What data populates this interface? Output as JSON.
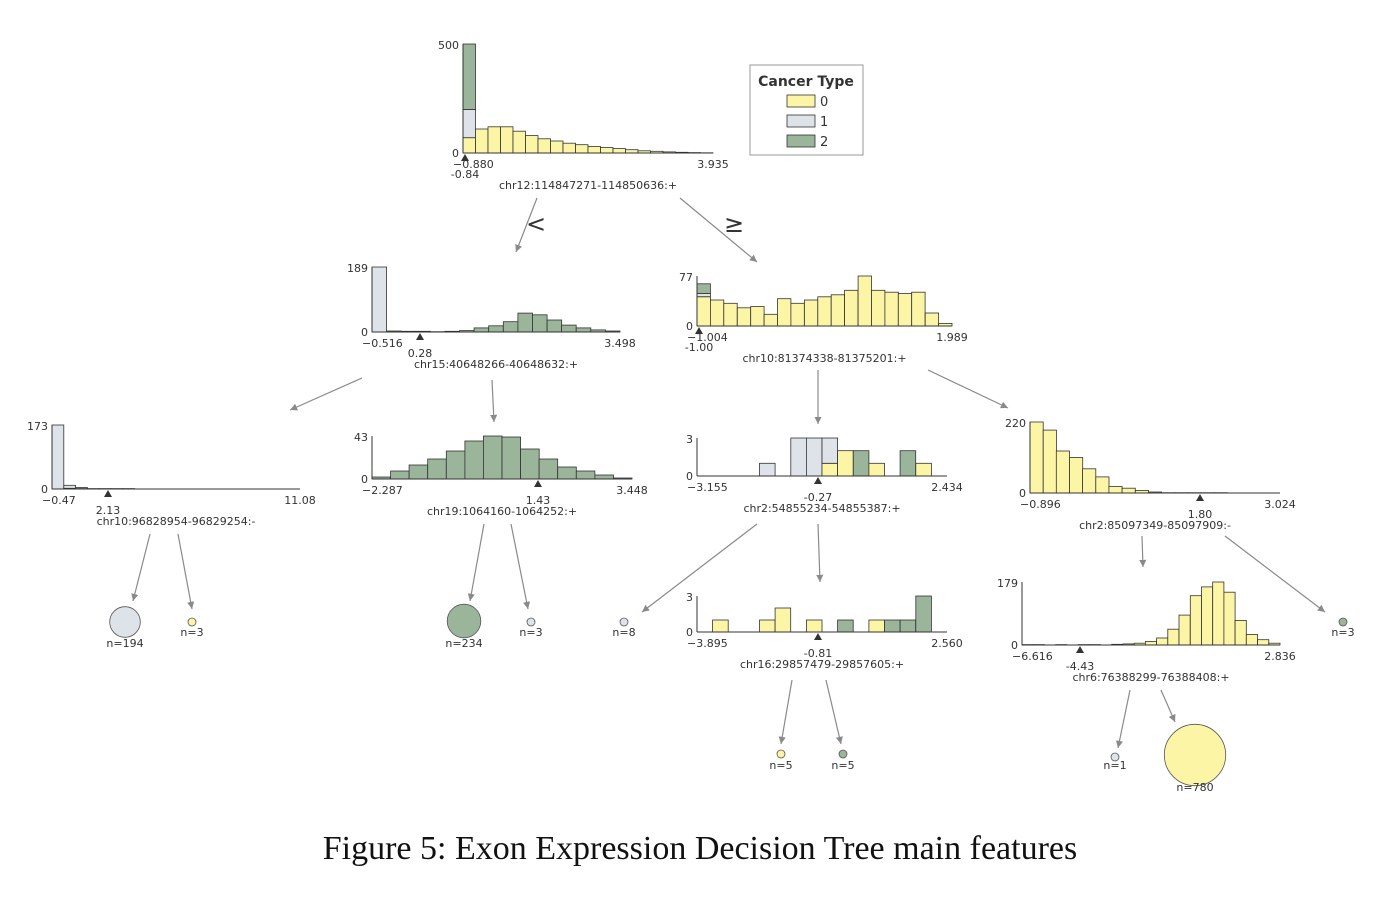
{
  "caption": "Figure 5: Exon Expression Decision Tree main features",
  "colors": {
    "class0": "#fdf5a6",
    "class1": "#dde3e8",
    "class2": "#9ab59a",
    "axis": "#333333",
    "edge": "#8a8a8a"
  },
  "legend": {
    "title": "Cancer Type",
    "items": [
      {
        "label": "0",
        "color": "#fdf5a6"
      },
      {
        "label": "1",
        "color": "#dde3e8"
      },
      {
        "label": "2",
        "color": "#9ab59a"
      }
    ]
  },
  "branch_labels": {
    "left": "<",
    "right": "≥"
  },
  "nodes": [
    {
      "id": "root",
      "feature": "chr12:114847271-114850636:+",
      "ymax": "500",
      "xmin": "−0.880",
      "xmax": "3.935",
      "threshold": "-0.84",
      "bins": [
        [
          70,
          130,
          300
        ],
        [
          110,
          0,
          0
        ],
        [
          120,
          0,
          0
        ],
        [
          120,
          0,
          0
        ],
        [
          100,
          0,
          0
        ],
        [
          80,
          0,
          0
        ],
        [
          65,
          0,
          0
        ],
        [
          55,
          0,
          0
        ],
        [
          45,
          0,
          0
        ],
        [
          38,
          0,
          0
        ],
        [
          30,
          0,
          0
        ],
        [
          25,
          0,
          0
        ],
        [
          20,
          0,
          0
        ],
        [
          15,
          0,
          0
        ],
        [
          10,
          0,
          0
        ],
        [
          8,
          0,
          0
        ],
        [
          5,
          0,
          0
        ],
        [
          3,
          0,
          0
        ],
        [
          2,
          0,
          0
        ],
        [
          1,
          0,
          0
        ]
      ]
    },
    {
      "id": "n_l",
      "feature": "chr15:40648266-40648632:+",
      "ymax": "189",
      "xmin": "−0.516",
      "xmax": "3.498",
      "threshold": "0.28",
      "bins": [
        [
          0,
          189,
          0
        ],
        [
          0,
          0,
          3
        ],
        [
          0,
          0,
          2
        ],
        [
          0,
          0,
          2
        ],
        [
          0,
          0,
          1
        ],
        [
          0,
          0,
          2
        ],
        [
          0,
          0,
          4
        ],
        [
          0,
          0,
          12
        ],
        [
          0,
          0,
          18
        ],
        [
          0,
          0,
          30
        ],
        [
          0,
          0,
          55
        ],
        [
          0,
          0,
          50
        ],
        [
          0,
          0,
          35
        ],
        [
          0,
          0,
          20
        ],
        [
          0,
          0,
          12
        ],
        [
          0,
          0,
          6
        ],
        [
          0,
          0,
          3
        ]
      ]
    },
    {
      "id": "n_r",
      "feature": "chr10:81374338-81375201:+",
      "ymax": "77",
      "xmin": "−1.004",
      "xmax": "1.989",
      "threshold": "-1.00",
      "bins": [
        [
          45,
          5,
          15
        ],
        [
          40,
          0,
          0
        ],
        [
          35,
          0,
          0
        ],
        [
          28,
          0,
          0
        ],
        [
          30,
          0,
          0
        ],
        [
          18,
          0,
          0
        ],
        [
          42,
          0,
          0
        ],
        [
          35,
          0,
          0
        ],
        [
          40,
          0,
          0
        ],
        [
          45,
          0,
          0
        ],
        [
          48,
          0,
          0
        ],
        [
          55,
          0,
          0
        ],
        [
          77,
          0,
          0
        ],
        [
          55,
          0,
          0
        ],
        [
          52,
          0,
          0
        ],
        [
          50,
          0,
          0
        ],
        [
          52,
          0,
          0
        ],
        [
          20,
          0,
          0
        ],
        [
          4,
          0,
          0
        ]
      ]
    },
    {
      "id": "n_ll",
      "feature": "chr10:96828954-96829254:-",
      "ymax": "173",
      "xmin": "−0.47",
      "xmax": "11.08",
      "threshold": "2.13",
      "bins": [
        [
          0,
          173,
          0
        ],
        [
          2,
          8,
          0
        ],
        [
          1,
          3,
          0
        ],
        [
          1,
          0,
          0
        ],
        [
          0,
          1,
          0
        ],
        [
          1,
          0,
          0
        ],
        [
          0,
          1,
          0
        ],
        [
          0,
          0,
          0
        ],
        [
          0,
          0,
          0
        ],
        [
          0,
          0,
          0
        ],
        [
          0,
          0,
          0
        ],
        [
          0,
          0,
          0
        ],
        [
          0,
          0,
          0
        ],
        [
          0,
          0,
          0
        ],
        [
          0,
          0,
          0
        ],
        [
          0,
          0,
          0
        ],
        [
          0,
          0,
          0
        ],
        [
          0,
          0,
          0
        ],
        [
          0,
          0,
          0
        ],
        [
          0,
          0,
          0
        ],
        [
          0,
          0,
          0
        ]
      ]
    },
    {
      "id": "n_lr",
      "feature": "chr19:1064160-1064252:+",
      "ymax": "43",
      "xmin": "−2.287",
      "xmax": "3.448",
      "threshold": "1.43",
      "bins": [
        [
          0,
          0,
          2
        ],
        [
          0,
          0,
          8
        ],
        [
          0,
          0,
          14
        ],
        [
          0,
          0,
          20
        ],
        [
          0,
          0,
          28
        ],
        [
          0,
          0,
          38
        ],
        [
          0,
          0,
          43
        ],
        [
          0,
          0,
          42
        ],
        [
          0,
          0,
          30
        ],
        [
          0,
          0,
          20
        ],
        [
          0,
          0,
          12
        ],
        [
          0,
          0,
          8
        ],
        [
          0,
          0,
          4
        ],
        [
          0,
          0,
          1
        ]
      ]
    },
    {
      "id": "n_rl",
      "feature": "chr2:54855234-54855387:+",
      "ymax": "3",
      "xmin": "−3.155",
      "xmax": "2.434",
      "threshold": "-0.27",
      "bins": [
        [
          0,
          0,
          0
        ],
        [
          0,
          0,
          0
        ],
        [
          0,
          0,
          0
        ],
        [
          0,
          0,
          0
        ],
        [
          0,
          1,
          0
        ],
        [
          0,
          0,
          0
        ],
        [
          0,
          3,
          0
        ],
        [
          0,
          3,
          0
        ],
        [
          1,
          2,
          0
        ],
        [
          2,
          0,
          0
        ],
        [
          0,
          0,
          2
        ],
        [
          1,
          0,
          0
        ],
        [
          0,
          0,
          0
        ],
        [
          0,
          0,
          2
        ],
        [
          1,
          0,
          0
        ],
        [
          0,
          0,
          0
        ]
      ]
    },
    {
      "id": "n_rr",
      "feature": "chr2:85097349-85097909:-",
      "ymax": "220",
      "xmin": "−0.896",
      "xmax": "3.024",
      "threshold": "1.80",
      "bins": [
        [
          220,
          0,
          0
        ],
        [
          195,
          0,
          0
        ],
        [
          130,
          0,
          0
        ],
        [
          110,
          0,
          0
        ],
        [
          75,
          0,
          0
        ],
        [
          50,
          0,
          0
        ],
        [
          20,
          0,
          0
        ],
        [
          15,
          0,
          0
        ],
        [
          8,
          0,
          0
        ],
        [
          3,
          0,
          0
        ],
        [
          1,
          0,
          0
        ],
        [
          1,
          0,
          0
        ],
        [
          0,
          0,
          1
        ],
        [
          0,
          0,
          1
        ],
        [
          0,
          0,
          1
        ],
        [
          0,
          0,
          0
        ],
        [
          0,
          0,
          0
        ],
        [
          0,
          0,
          0
        ],
        [
          0,
          0,
          0
        ]
      ]
    },
    {
      "id": "n_rlr",
      "feature": "chr16:29857479-29857605:+",
      "ymax": "3",
      "xmin": "−3.895",
      "xmax": "2.560",
      "threshold": "-0.81",
      "bins": [
        [
          0,
          0,
          0
        ],
        [
          1,
          0,
          0
        ],
        [
          0,
          0,
          0
        ],
        [
          0,
          0,
          0
        ],
        [
          1,
          0,
          0
        ],
        [
          2,
          0,
          0
        ],
        [
          0,
          0,
          0
        ],
        [
          1,
          0,
          0
        ],
        [
          0,
          0,
          0
        ],
        [
          0,
          0,
          1
        ],
        [
          0,
          0,
          0
        ],
        [
          1,
          0,
          0
        ],
        [
          0,
          0,
          1
        ],
        [
          0,
          0,
          1
        ],
        [
          0,
          0,
          3
        ],
        [
          0,
          0,
          0
        ]
      ]
    },
    {
      "id": "n_rrl",
      "feature": "chr6:76388299-76388408:+",
      "ymax": "179",
      "xmin": "−6.616",
      "xmax": "2.836",
      "threshold": "-4.43",
      "bins": [
        [
          1,
          0,
          0
        ],
        [
          1,
          0,
          0
        ],
        [
          0,
          0,
          0
        ],
        [
          1,
          0,
          0
        ],
        [
          0,
          0,
          0
        ],
        [
          1,
          0,
          0
        ],
        [
          1,
          0,
          0
        ],
        [
          0,
          0,
          0
        ],
        [
          2,
          0,
          0
        ],
        [
          3,
          0,
          0
        ],
        [
          5,
          0,
          0
        ],
        [
          10,
          0,
          0
        ],
        [
          20,
          0,
          0
        ],
        [
          45,
          0,
          0
        ],
        [
          85,
          0,
          0
        ],
        [
          140,
          0,
          0
        ],
        [
          165,
          0,
          0
        ],
        [
          179,
          0,
          0
        ],
        [
          150,
          0,
          0
        ],
        [
          70,
          0,
          0
        ],
        [
          30,
          0,
          0
        ],
        [
          15,
          0,
          0
        ],
        [
          5,
          0,
          0
        ]
      ]
    }
  ],
  "leaves": [
    {
      "id": "leaf1",
      "label": "n=194",
      "n": 194,
      "class": "1"
    },
    {
      "id": "leaf2",
      "label": "n=3",
      "n": 3,
      "class": "0"
    },
    {
      "id": "leaf3",
      "label": "n=234",
      "n": 234,
      "class": "2"
    },
    {
      "id": "leaf4",
      "label": "n=3",
      "n": 3,
      "class": "1"
    },
    {
      "id": "leaf5",
      "label": "n=8",
      "n": 8,
      "class": "1"
    },
    {
      "id": "leaf6",
      "label": "n=5",
      "n": 5,
      "class": "0"
    },
    {
      "id": "leaf7",
      "label": "n=5",
      "n": 5,
      "class": "2"
    },
    {
      "id": "leaf8",
      "label": "n=1",
      "n": 1,
      "class": "1"
    },
    {
      "id": "leaf9",
      "label": "n=780",
      "n": 780,
      "class": "0"
    },
    {
      "id": "leaf10",
      "label": "n=3",
      "n": 3,
      "class": "2"
    }
  ]
}
